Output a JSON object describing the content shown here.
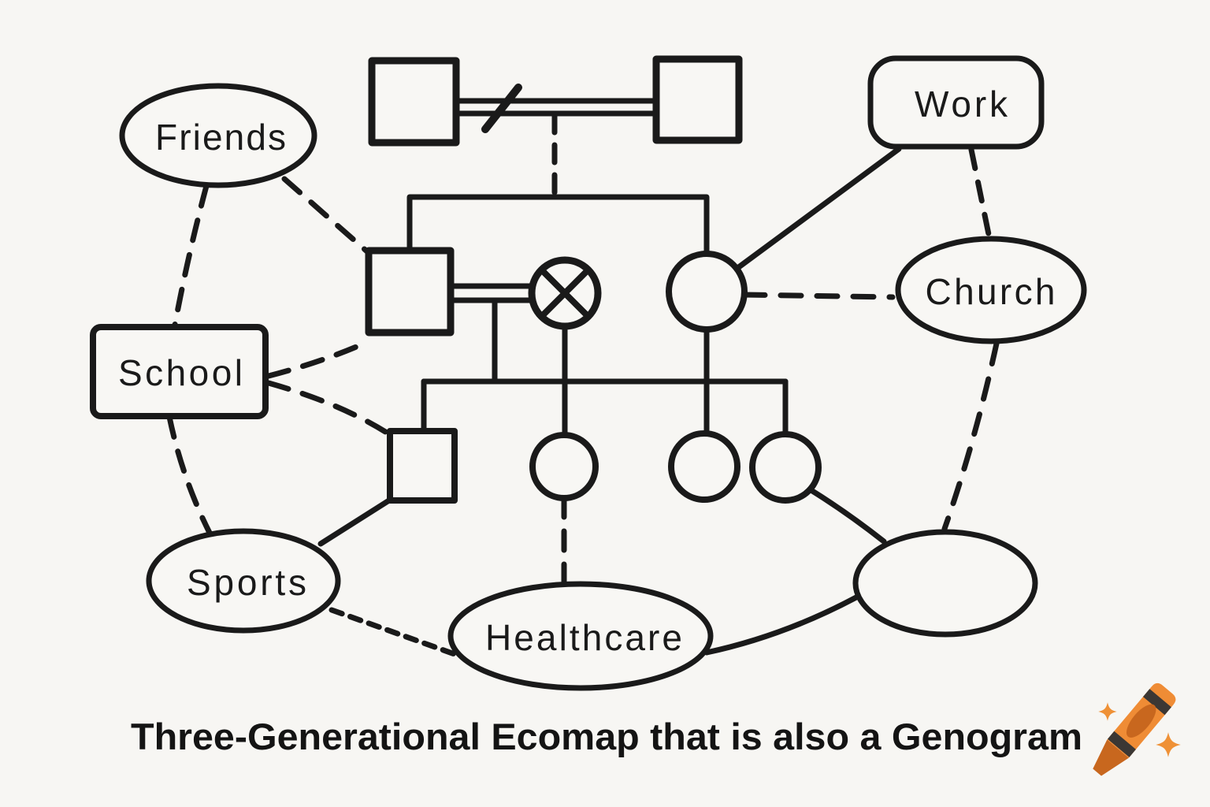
{
  "caption": {
    "text": "Three-Generational Ecomap that is also a Genogram",
    "decoration_icon": "orange-crayon-emoji-with-sparkles"
  },
  "colors": {
    "background": "#f7f6f3",
    "ink": "#1a1a1a",
    "crayon_body": "#ef8c35",
    "crayon_tip_and_label": "#c8671e",
    "crayon_band": "#3b3734",
    "sparkle": "#ef9136"
  },
  "ecomap_nodes": {
    "friends": {
      "label": "Friends",
      "shape": "ellipse"
    },
    "school": {
      "label": "School",
      "shape": "rectangle"
    },
    "sports": {
      "label": "Sports",
      "shape": "ellipse"
    },
    "healthcare": {
      "label": "Healthcare",
      "shape": "ellipse"
    },
    "work": {
      "label": "Work",
      "shape": "rounded-rectangle"
    },
    "church": {
      "label": "Church",
      "shape": "ellipse"
    },
    "unlabeled": {
      "label": "",
      "shape": "ellipse"
    }
  },
  "genogram": {
    "generation_1": {
      "members": [
        "square-left",
        "square-right"
      ],
      "union": "double-line-with-slash-separated"
    },
    "generation_2": {
      "members": [
        "square",
        "circle-with-x-deceased",
        "circle"
      ],
      "union": "double-line-square-to-deceased-circle"
    },
    "generation_3": {
      "members": [
        "small-square",
        "circle",
        "circle",
        "circle"
      ]
    }
  },
  "connections": {
    "solid": [
      "gen2-circle to work",
      "gen3-square to sports",
      "gen3-circle-right to unlabeled-ellipse",
      "healthcare to unlabeled-ellipse"
    ],
    "dashed": [
      "friends to school",
      "friends to gen2-square",
      "school to gen2-square",
      "school to gen3-square",
      "school to sports",
      "sports to healthcare",
      "gen3-circle-middle to healthcare",
      "gen2-circle to church",
      "work to church",
      "church to unlabeled-ellipse",
      "gen1-union to gen2-sibling-line"
    ]
  }
}
